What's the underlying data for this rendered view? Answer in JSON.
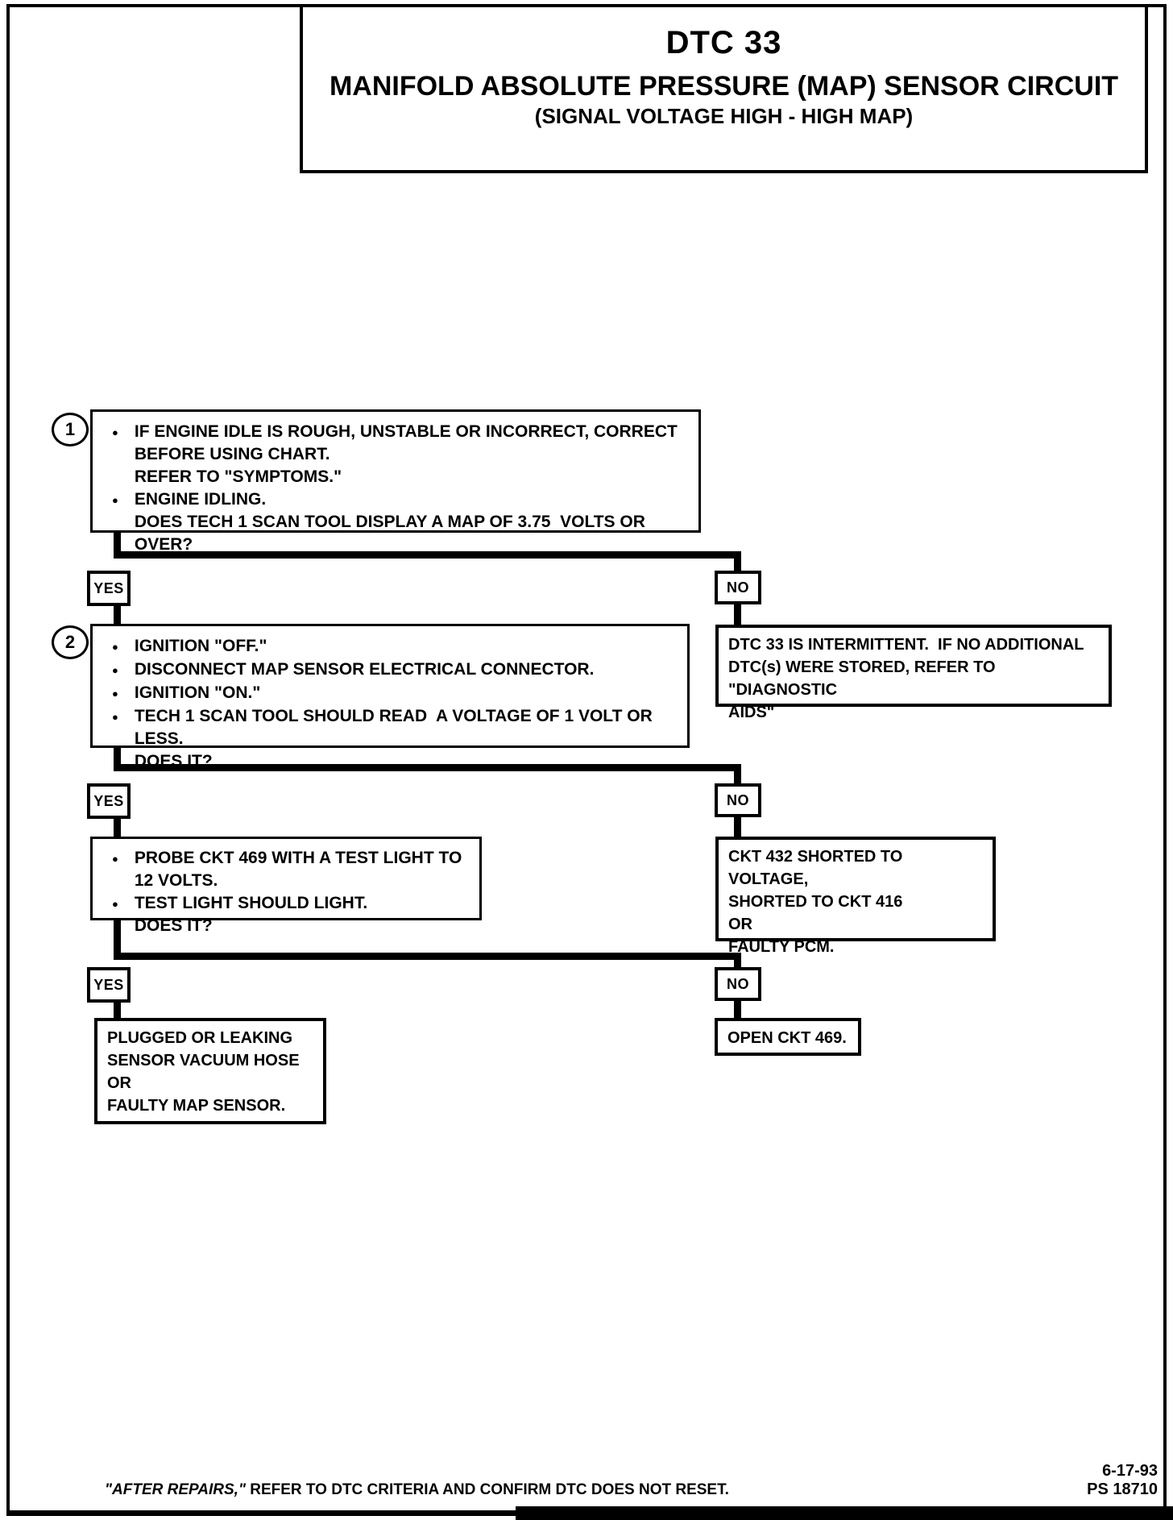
{
  "title": {
    "code": "DTC 33",
    "heading": "MANIFOLD ABSOLUTE PRESSURE (MAP) SENSOR CIRCUIT",
    "subheading": "(SIGNAL VOLTAGE HIGH - HIGH MAP)"
  },
  "flowchart": {
    "labels": {
      "yes": "YES",
      "no": "NO"
    },
    "step1": {
      "number": "1",
      "bullets": [
        "IF ENGINE IDLE IS ROUGH, UNSTABLE OR INCORRECT, CORRECT\nBEFORE USING CHART.\nREFER TO \"SYMPTOMS.\"",
        "ENGINE IDLING.\nDOES TECH 1 SCAN TOOL DISPLAY A MAP OF 3.75  VOLTS OR OVER?"
      ]
    },
    "step2": {
      "number": "2",
      "bullets": [
        "IGNITION \"OFF.\"",
        "DISCONNECT MAP SENSOR ELECTRICAL CONNECTOR.",
        "IGNITION \"ON.\"",
        "TECH 1 SCAN TOOL SHOULD READ  A VOLTAGE OF 1 VOLT OR LESS.\nDOES IT?"
      ]
    },
    "step3": {
      "bullets": [
        "PROBE CKT 469 WITH A TEST LIGHT TO 12 VOLTS.",
        "TEST LIGHT SHOULD LIGHT.\nDOES IT?"
      ]
    },
    "outcome_intermittent": "DTC 33 IS INTERMITTENT.  IF NO ADDITIONAL\nDTC(s) WERE STORED, REFER TO \"DIAGNOSTIC\nAIDS\"",
    "outcome_ckt432": "CKT 432 SHORTED TO VOLTAGE,\nSHORTED TO CKT 416\nOR\nFAULTY PCM.",
    "outcome_plugged": "PLUGGED OR LEAKING\nSENSOR VACUUM HOSE\nOR\nFAULTY MAP SENSOR.",
    "outcome_open": "OPEN CKT 469."
  },
  "footer": {
    "note_italic": "\"AFTER REPAIRS,\"",
    "note_rest": " REFER TO DTC CRITERIA AND CONFIRM DTC DOES NOT RESET.",
    "date": "6-17-93",
    "doc_number": "PS 18710"
  },
  "colors": {
    "ink": "#000000",
    "paper": "#ffffff"
  }
}
